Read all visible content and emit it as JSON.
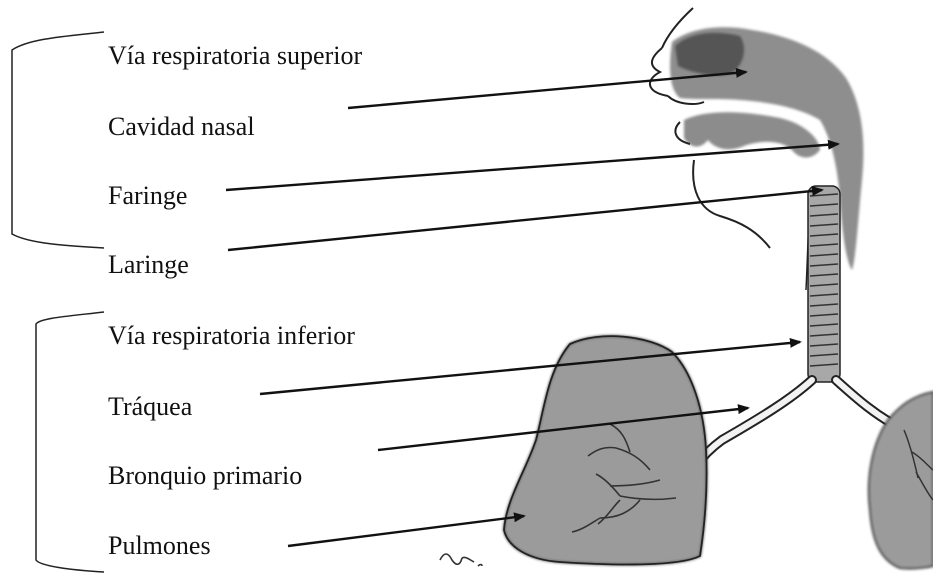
{
  "labels": [
    "Vía respiratoria superior",
    "Cavidad nasal",
    "Faringe",
    "Laringe",
    "Vía respiratoria inferior",
    "Tráquea",
    "Bronquio primario",
    "Pulmones"
  ],
  "groups": [
    {
      "name": "upper-airway",
      "members": [
        "Cavidad nasal",
        "Faringe",
        "Laringe"
      ]
    },
    {
      "name": "lower-airway",
      "members": [
        "Tráquea",
        "Bronquio primario",
        "Pulmones"
      ]
    }
  ],
  "colors": {
    "tissue_dark": "#5c5c5c",
    "tissue_mid": "#8f8f8f",
    "tissue_light": "#a9a9a9",
    "ink": "#111111",
    "background": "#ffffff"
  }
}
